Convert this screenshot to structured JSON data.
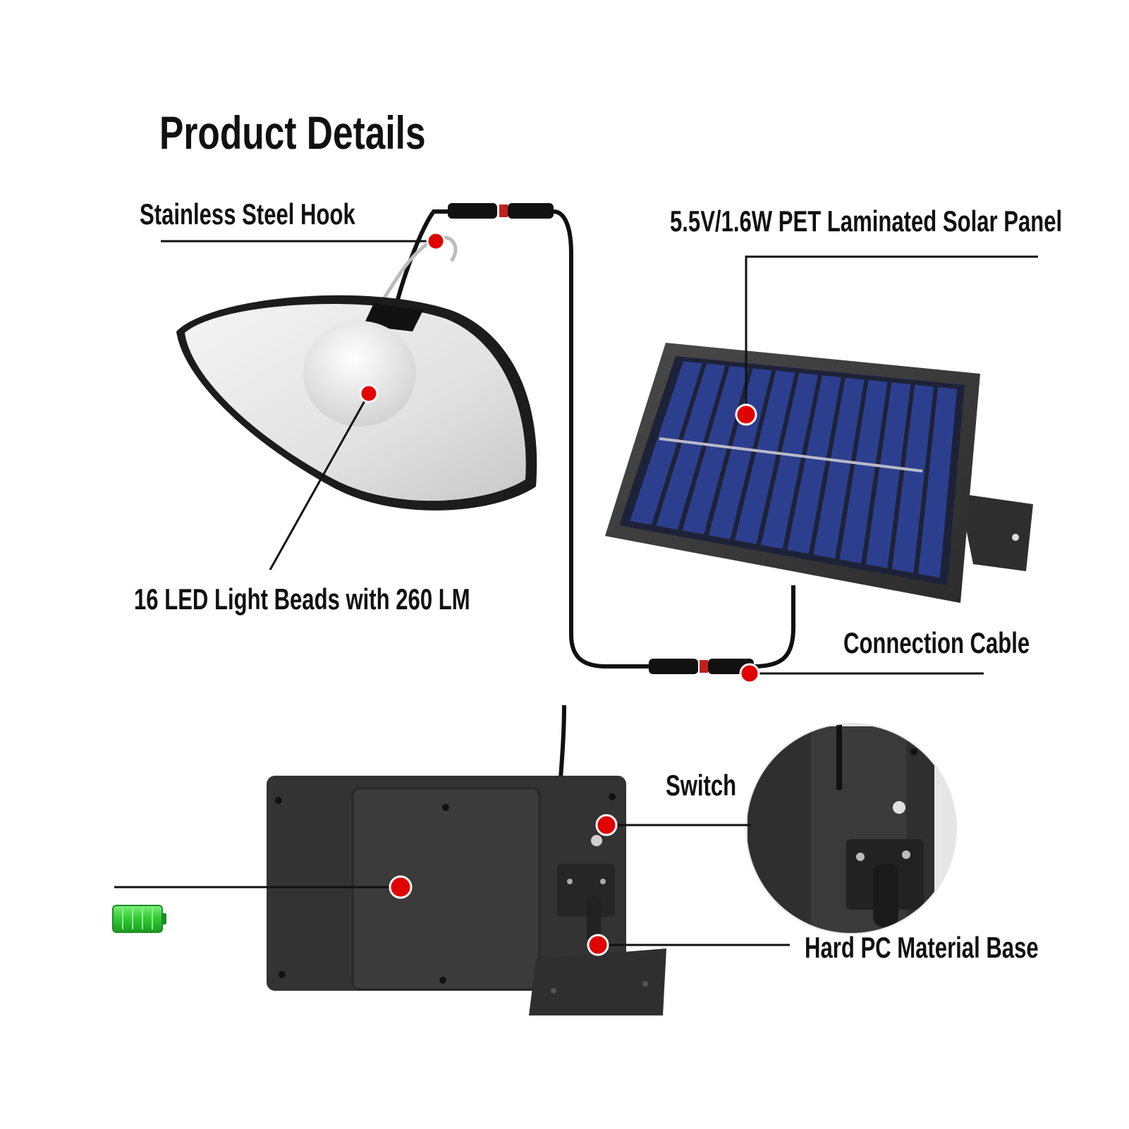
{
  "page": {
    "title": "Product Details"
  },
  "callouts": {
    "hook": "Stainless Steel Hook",
    "panel": "5.5V/1.6W PET Laminated Solar Panel",
    "led": "16 LED Light Beads with 260 LM",
    "cable": "Connection Cable",
    "switch": "Switch",
    "base": "Hard PC Material Base"
  },
  "colors": {
    "marker": "#e00000",
    "panel_cell": "#2c3f8e",
    "housing": "#333333",
    "battery": "#39d33d"
  },
  "icons": [
    "battery-icon"
  ]
}
